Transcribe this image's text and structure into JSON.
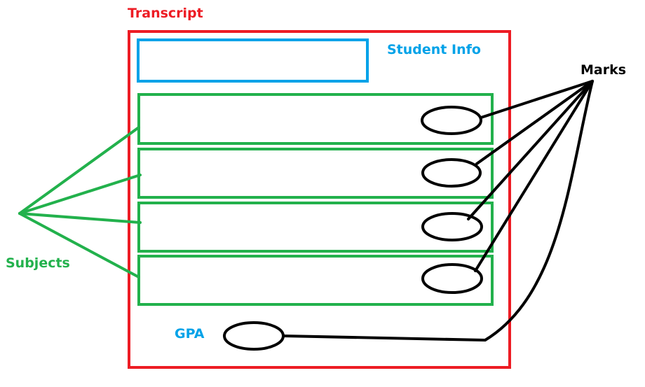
{
  "labels": {
    "transcript": "Transcript",
    "student_info": "Student Info",
    "marks": "Marks",
    "subjects": "Subjects",
    "gpa": "GPA"
  },
  "subject_rows": 4,
  "colors": {
    "transcript": "#ed1c24",
    "student_info": "#00a2e8",
    "subjects": "#22b14c",
    "marks": "#000000",
    "gpa": "#00a2e8"
  }
}
